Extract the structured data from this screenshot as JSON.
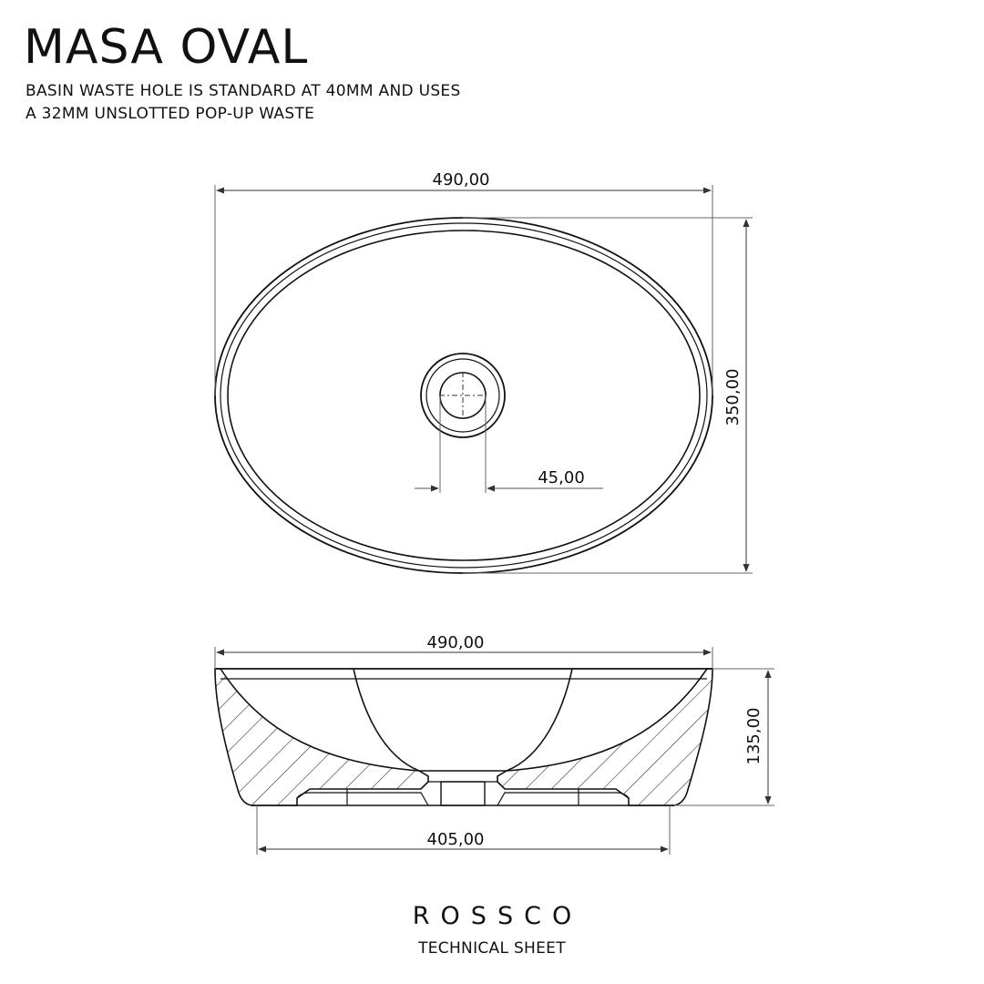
{
  "title": "MASA OVAL",
  "notes": [
    "BASIN WASTE HOLE IS STANDARD AT 40MM AND USES",
    "A 32MM UNSLOTTED POP-UP WASTE"
  ],
  "top_view": {
    "width_label": "490,00",
    "depth_label": "350,00",
    "waste_label": "45,00"
  },
  "side_view": {
    "width_label": "490,00",
    "height_label": "135,00",
    "base_label": "405,00"
  },
  "brand": "ROSSCO",
  "subtitle": "TECHNICAL SHEET",
  "colors": {
    "line": "#111111",
    "dimension_line": "#555555",
    "background": "#ffffff"
  }
}
